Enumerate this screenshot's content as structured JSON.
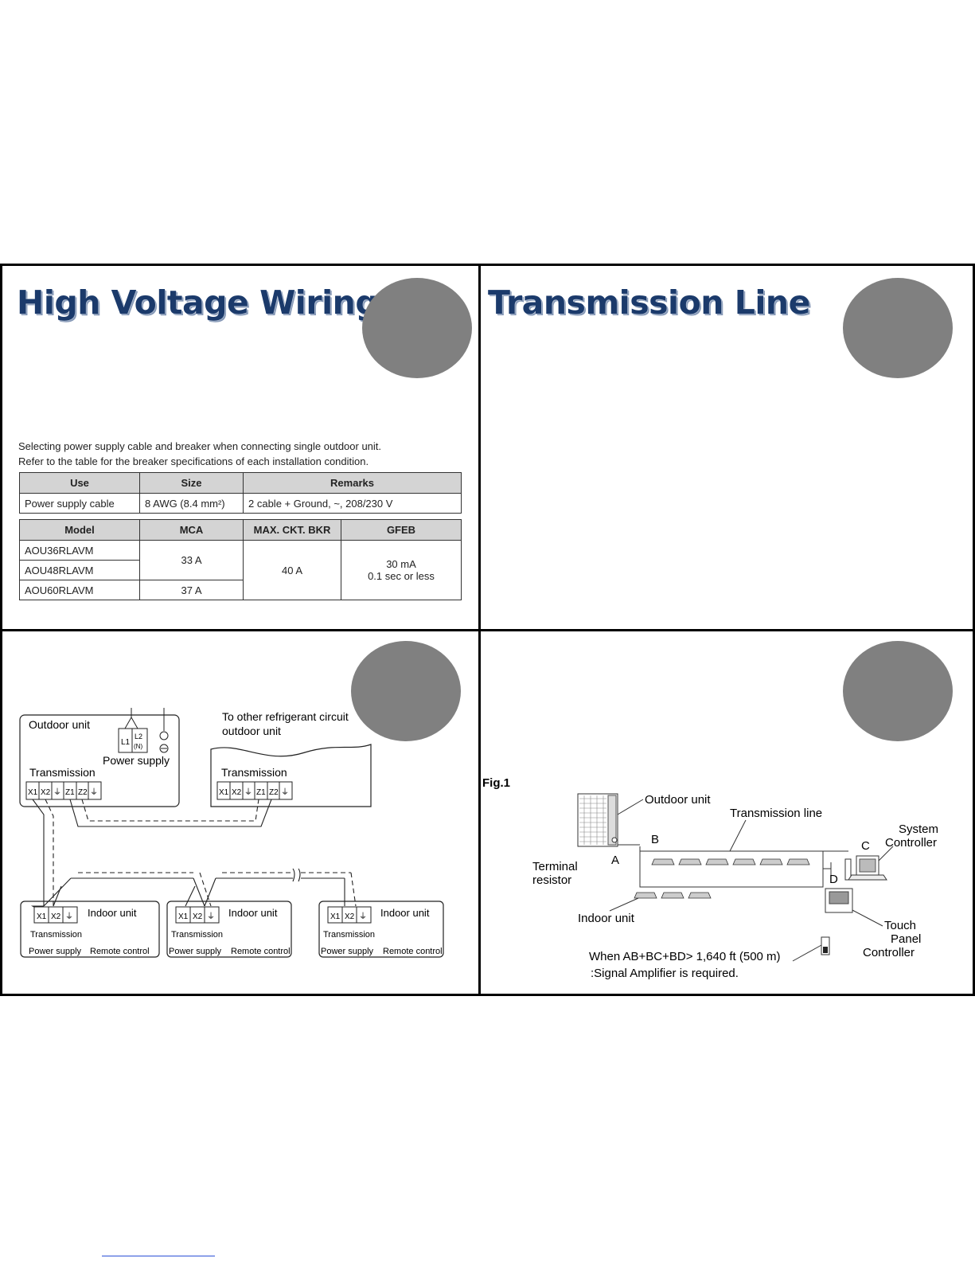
{
  "slide1": {
    "title": "High Voltage Wiring",
    "intro_line1": "Selecting power supply cable and breaker when connecting single outdoor unit.",
    "intro_line2": "Refer to the table for the breaker specifications of each installation condition.",
    "cable_table": {
      "headers": [
        "Use",
        "Size",
        "Remarks"
      ],
      "row": [
        "Power supply cable",
        "8 AWG (8.4 mm²)",
        "2 cable + Ground, ~, 208/230 V"
      ]
    },
    "breaker_table": {
      "headers": [
        "Model",
        "MCA",
        "MAX. CKT. BKR",
        "GFEB"
      ],
      "models": [
        "AOU36RLAVM",
        "AOU48RLAVM",
        "AOU60RLAVM"
      ],
      "mca_1": "33 A",
      "mca_2": "37 A",
      "max_bkr": "40 A",
      "gfeb_1": "30 mA",
      "gfeb_2": "0.1 sec or less"
    }
  },
  "slide2": {
    "title": "Transmission Line"
  },
  "slide3": {
    "outdoor_unit": "Outdoor unit",
    "l1": "L1",
    "l2": "L2",
    "n": "(N)",
    "power_supply": "Power supply",
    "transmission": "Transmission",
    "other_circuit_1": "To other refrigerant circuit",
    "other_circuit_2": "outdoor unit",
    "terminals": [
      "X1",
      "X2",
      "⏚",
      "Z1",
      "Z2",
      "⏚"
    ],
    "indoor_terminals": [
      "X1",
      "X2",
      "⏚"
    ],
    "indoor_unit": "Indoor unit",
    "indoor_transmission": "Transmission",
    "indoor_power_supply": "Power supply",
    "indoor_remote": "Remote control"
  },
  "slide4": {
    "fig_label": "Fig.1",
    "outdoor_unit": "Outdoor unit",
    "transmission_line": "Transmission line",
    "system_controller_1": "System",
    "system_controller_2": "Controller",
    "terminal_resistor_1": "Terminal",
    "terminal_resistor_2": "resistor",
    "indoor_unit": "Indoor unit",
    "touch_panel_1": "Touch",
    "touch_panel_2": "Panel",
    "touch_panel_3": "Controller",
    "label_a": "A",
    "label_b": "B",
    "label_c": "C",
    "label_d": "D",
    "note_1": "When AB+BC+BD> 1,640 ft (500 m)",
    "note_2": ":Signal Amplifier is required."
  }
}
